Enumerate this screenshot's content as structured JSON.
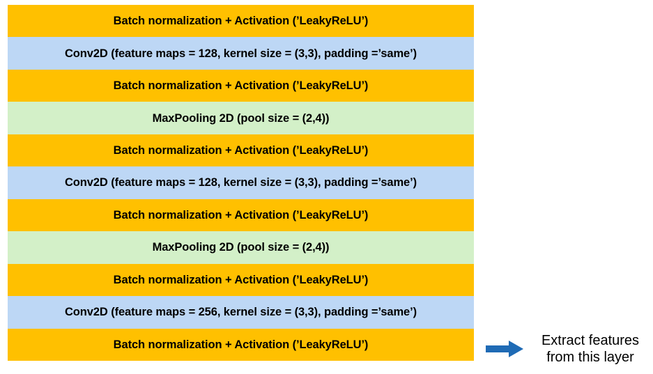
{
  "diagram": {
    "title": "CNN layer stack with feature extraction point",
    "colors": {
      "batchnorm_fill": "#FFC000",
      "conv_fill": "#BDD7F5",
      "maxpool_fill": "#D3F0C8",
      "arrow_fill": "#1F6BB5",
      "text": "#000000",
      "background": "#FFFFFF"
    },
    "layers": [
      {
        "type": "batchnorm",
        "label": "Batch normalization + Activation (’LeakyReLU’)",
        "fill": "#FFC000"
      },
      {
        "type": "conv2d",
        "label": "Conv2D (feature maps = 128, kernel size = (3,3), padding =’same’)",
        "fill": "#BDD7F5"
      },
      {
        "type": "batchnorm",
        "label": "Batch normalization + Activation (’LeakyReLU’)",
        "fill": "#FFC000"
      },
      {
        "type": "maxpooling",
        "label": "MaxPooling 2D (pool size = (2,4))",
        "fill": "#D3F0C8"
      },
      {
        "type": "batchnorm",
        "label": "Batch normalization + Activation (’LeakyReLU’)",
        "fill": "#FFC000"
      },
      {
        "type": "conv2d",
        "label": "Conv2D (feature maps = 128, kernel size = (3,3), padding =’same’)",
        "fill": "#BDD7F5"
      },
      {
        "type": "batchnorm",
        "label": "Batch normalization + Activation (’LeakyReLU’)",
        "fill": "#FFC000"
      },
      {
        "type": "maxpooling",
        "label": "MaxPooling 2D (pool size = (2,4))",
        "fill": "#D3F0C8"
      },
      {
        "type": "batchnorm",
        "label": "Batch normalization + Activation (’LeakyReLU’)",
        "fill": "#FFC000"
      },
      {
        "type": "conv2d",
        "label": "Conv2D (feature maps = 256, kernel size = (3,3), padding =’same’)",
        "fill": "#BDD7F5"
      },
      {
        "type": "batchnorm",
        "label": "Batch normalization + Activation (’LeakyReLU’)",
        "fill": "#FFC000"
      }
    ],
    "annotation": {
      "icon": "right-block-arrow-icon",
      "line1": "Extract features",
      "line2": "from this layer",
      "target_layer_index": 10
    }
  }
}
